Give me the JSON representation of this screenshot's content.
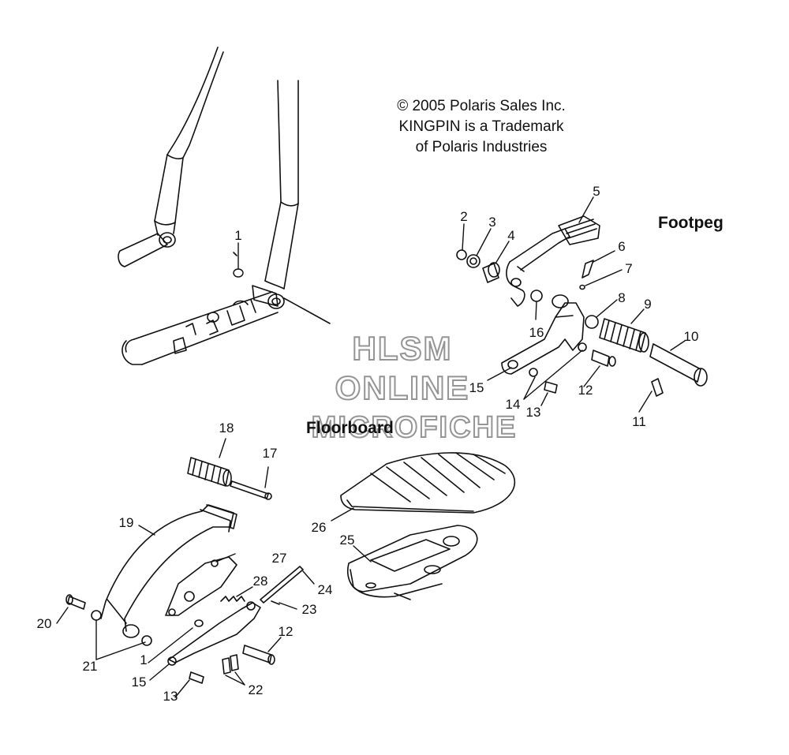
{
  "copyright": {
    "line1": "© 2005 Polaris Sales Inc.",
    "line2": "KINGPIN is a Trademark",
    "line3": "of Polaris Industries"
  },
  "sections": {
    "footpeg": "Footpeg",
    "floorboard": "Floorboard"
  },
  "watermark": {
    "line1": "HLSM",
    "line2": "ONLINE",
    "line3": "MICROFICHE"
  },
  "callouts": [
    "1",
    "2",
    "3",
    "4",
    "5",
    "6",
    "7",
    "8",
    "9",
    "10",
    "11",
    "12",
    "13",
    "14",
    "15",
    "16",
    "1",
    "12",
    "13",
    "15",
    "17",
    "18",
    "19",
    "20",
    "21",
    "22",
    "23",
    "24",
    "25",
    "26",
    "27",
    "28"
  ]
}
